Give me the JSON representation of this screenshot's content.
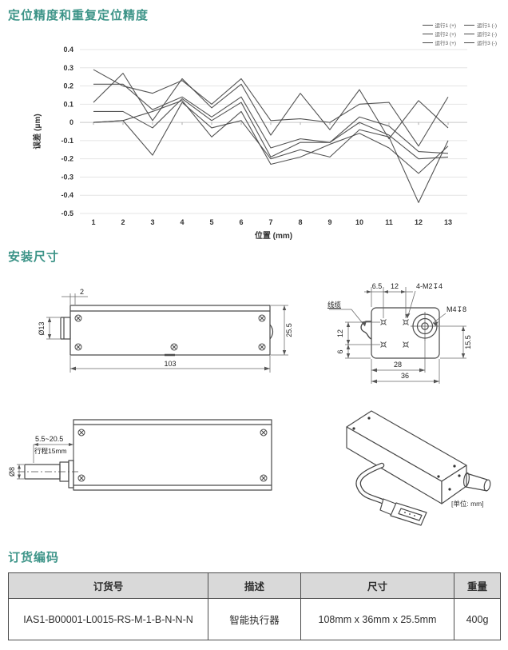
{
  "sections": {
    "accuracy_title": "定位精度和重复定位精度",
    "mounting_title": "安装尺寸",
    "ordering_title": "订货编码"
  },
  "chart_data": {
    "type": "line",
    "title": "",
    "xlabel": "位置 (mm)",
    "ylabel": "误差 (μm)",
    "x": [
      1,
      2,
      3,
      4,
      5,
      6,
      7,
      8,
      9,
      10,
      11,
      12,
      13
    ],
    "ylim": [
      -0.5,
      0.4
    ],
    "ytick_step": 0.1,
    "grid": true,
    "legend_position": "top-right",
    "line_color": "#454545",
    "series": [
      {
        "name": "运行1 (+)",
        "values": [
          0.11,
          0.27,
          0.01,
          0.24,
          0.08,
          0.21,
          -0.07,
          0.16,
          -0.04,
          0.18,
          -0.09,
          0.12,
          -0.03
        ]
      },
      {
        "name": "运行1 (-)",
        "values": [
          0.29,
          0.2,
          0.16,
          0.23,
          0.1,
          0.24,
          0.01,
          0.02,
          0.0,
          0.1,
          0.11,
          -0.13,
          0.14
        ]
      },
      {
        "name": "运行2 (+)",
        "values": [
          0.21,
          0.21,
          0.07,
          0.14,
          0.03,
          0.14,
          -0.14,
          -0.09,
          -0.11,
          0.03,
          -0.02,
          -0.16,
          -0.17
        ]
      },
      {
        "name": "运行2 (-)",
        "values": [
          0.06,
          0.06,
          -0.03,
          0.13,
          0.01,
          0.11,
          -0.19,
          -0.11,
          -0.11,
          0.0,
          -0.07,
          -0.2,
          -0.19
        ]
      },
      {
        "name": "运行3 (+)",
        "values": [
          0.0,
          0.01,
          -0.18,
          0.11,
          -0.03,
          0.01,
          -0.2,
          -0.15,
          -0.19,
          -0.04,
          -0.08,
          -0.44,
          -0.1
        ]
      },
      {
        "name": "运行3 (-)",
        "values": [
          0.0,
          0.01,
          0.06,
          0.12,
          -0.08,
          0.06,
          -0.23,
          -0.19,
          -0.12,
          -0.06,
          -0.14,
          -0.28,
          -0.13
        ]
      }
    ]
  },
  "drawings": {
    "side_view": {
      "dim_top": "2",
      "dim_left": "Ø13",
      "dim_right": "25.5",
      "dim_bottom": "103"
    },
    "end_view": {
      "cable_label": "线缆",
      "dim_top1": "6.5",
      "dim_top2": "12",
      "thread_top": "4-M2↧4",
      "thread_front": "M4↧8",
      "dim_left1": "12",
      "dim_left2": "6",
      "dim_right": "15.5",
      "dim_bottom1": "28",
      "dim_bottom2": "36"
    },
    "stroke_view": {
      "dim_range": "5.5~20.5",
      "stroke_label": "行程15mm",
      "dim_dia": "Ø8"
    },
    "iso_view": {
      "unit_note": "[单位: mm]"
    }
  },
  "order_table": {
    "headers": [
      "订货号",
      "描述",
      "尺寸",
      "重量"
    ],
    "rows": [
      [
        "IAS1-B00001-L0015-RS-M-1-B-N-N-N",
        "智能执行器",
        "108mm x 36mm x 25.5mm",
        "400g"
      ]
    ]
  }
}
